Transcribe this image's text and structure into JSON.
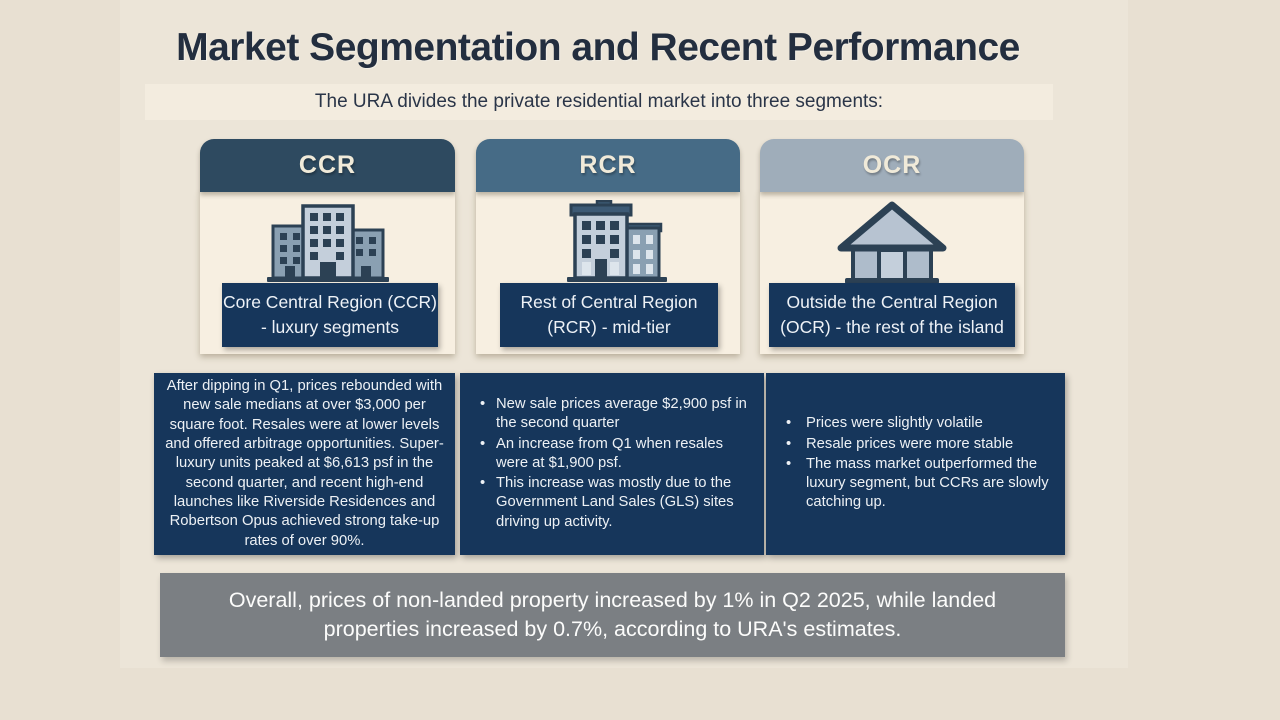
{
  "header": {
    "title": "Market Segmentation and Recent Performance",
    "subtitle": "The URA divides the private residential market into three segments:"
  },
  "segments": [
    {
      "code": "CCR",
      "icon": "city-buildings-icon",
      "header_color": "#2e4a60",
      "caption": "Core Central Region (CCR) - luxury segments"
    },
    {
      "code": "RCR",
      "icon": "apartment-buildings-icon",
      "header_color": "#466b86",
      "caption": "Rest of Central Region (RCR) - mid-tier"
    },
    {
      "code": "OCR",
      "icon": "house-icon",
      "header_color": "#9fadba",
      "caption": "Outside the Central Region (OCR) - the rest of the island"
    }
  ],
  "performance": {
    "ccr_summary": "After dipping in Q1, prices rebounded with new sale medians at over $3,000 per square foot. Resales were at lower levels and offered arbitrage opportunities. Super-luxury units peaked at $6,613 psf in the second quarter, and recent high-end launches like Riverside Residences and Robertson Opus achieved strong take-up rates of over 90%.",
    "rcr_bullets": [
      "New sale prices average $2,900 psf in the second quarter",
      "An increase from Q1 when resales were at $1,900 psf.",
      "This increase was mostly due to the Government Land Sales (GLS) sites driving up activity."
    ],
    "ocr_bullets": [
      "Prices were slightly volatile",
      "Resale prices were more stable",
      "The mass market outperformed the luxury segment, but CCRs are slowly catching up."
    ]
  },
  "footer": {
    "text": "Overall, prices of non-landed property increased by 1% in Q2 2025, while landed properties increased by 0.7%, according to URA's estimates."
  },
  "colors": {
    "background": "#e8e0d2",
    "panel": "#ece5d8",
    "subtitle_band": "#f3ecdf",
    "card_body": "#f7efe1",
    "ccr_header": "#2e4a60",
    "rcr_header": "#466b86",
    "ocr_header": "#9fadba",
    "navy_box": "#16365b",
    "footer_gray": "#7b7f83",
    "title_text": "#232e3f"
  }
}
